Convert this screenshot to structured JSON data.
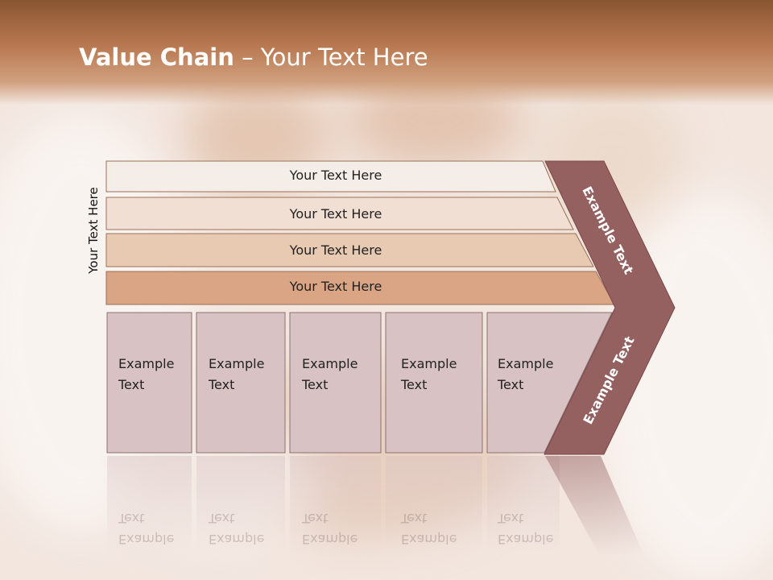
{
  "title": {
    "bold": "Value Chain",
    "rest": " – Your Text Here"
  },
  "side_label": "Your Text Here",
  "bars": [
    {
      "label": "Your Text Here",
      "color": "#f5ede8"
    },
    {
      "label": "Your Text Here",
      "color": "#f0dfd2"
    },
    {
      "label": "Your Text Here",
      "color": "#e8c9b2"
    },
    {
      "label": "Your Text Here",
      "color": "#d9a584"
    }
  ],
  "boxes": [
    {
      "label": "Example\nText"
    },
    {
      "label": "Example\nText"
    },
    {
      "label": "Example\nText"
    },
    {
      "label": "Example\nText"
    },
    {
      "label": "Example\nText"
    }
  ],
  "chevron": {
    "upper_label": "Example Text",
    "lower_label": "Example Text",
    "color": "#946060"
  },
  "colors": {
    "box_fill": "#d8c2c3",
    "box_stroke": "#8c7070",
    "bar_stroke": "#9c7058"
  }
}
